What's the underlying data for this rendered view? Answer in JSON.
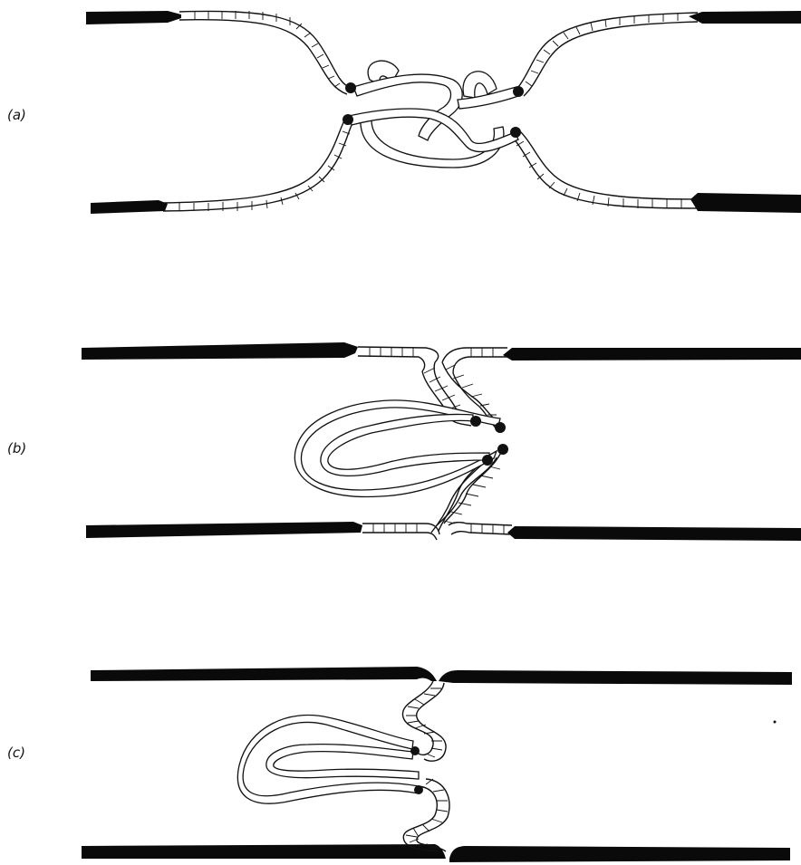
{
  "figure": {
    "panels": [
      {
        "id": "a",
        "label": "(a)"
      },
      {
        "id": "b",
        "label": "(b)"
      },
      {
        "id": "c",
        "label": "(c)"
      }
    ]
  }
}
